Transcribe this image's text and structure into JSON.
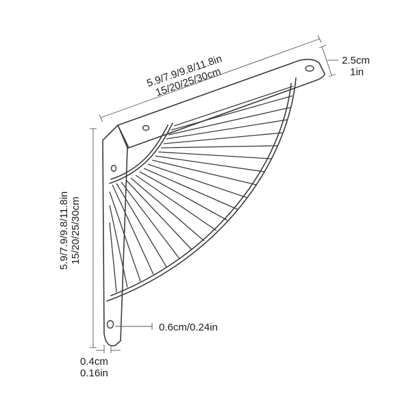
{
  "dimensions": {
    "length_top": {
      "imperial": "5.9/7.9/9.8/11.8in",
      "metric": "15/20/25/30cm"
    },
    "length_side": {
      "imperial": "5.9/7.9/9.8/11.8in",
      "metric": "15/20/25/30cm"
    },
    "width": {
      "metric": "2.5cm",
      "imperial": "1in"
    },
    "hole": {
      "label": "0.6cm/0.24in"
    },
    "thickness": {
      "metric": "0.4cm",
      "imperial": "0.16in"
    }
  },
  "colors": {
    "line": "#3a3a3a",
    "dimension_line": "#555555",
    "text": "#1a1a1a",
    "background": "#ffffff"
  }
}
